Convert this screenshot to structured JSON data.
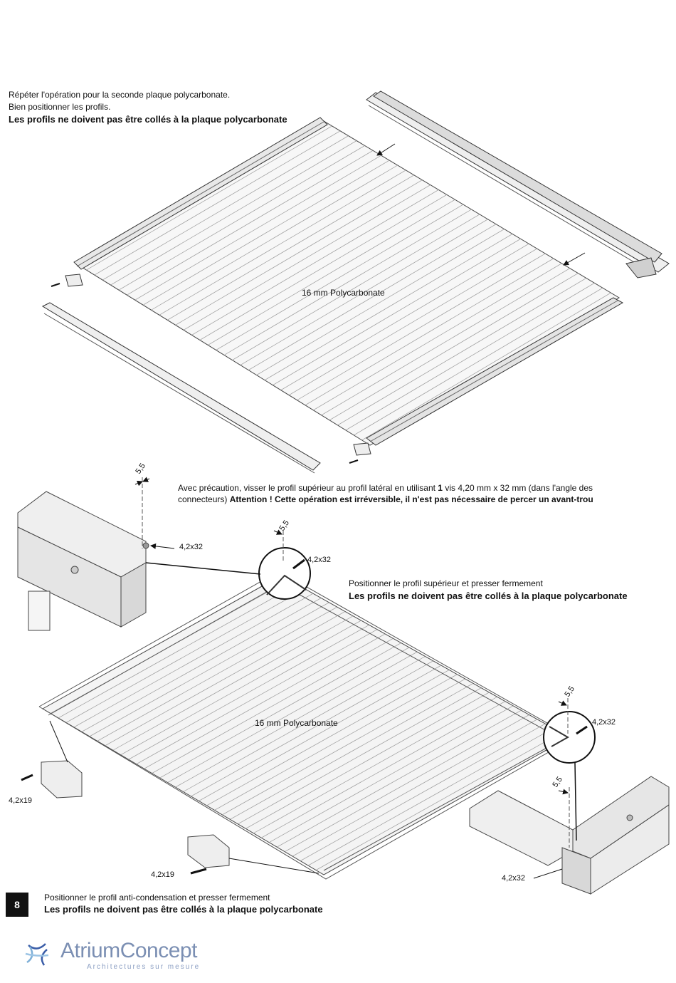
{
  "step_top": {
    "line1": "Répéter l'opération pour la seconde plaque polycarbonate.",
    "line2": "Bien positionner les profils.",
    "warning": "Les profils ne doivent pas être collés à la plaque polycarbonate",
    "panel_label": "16 mm Polycarbonate"
  },
  "step_middle": {
    "instruction_a": "Avec précaution, visser le profil supérieur au profil latéral en utilisant ",
    "instruction_qty": "1",
    "instruction_b": " vis 4,20 mm x 32 mm (dans l'angle des",
    "instruction_line2": "connecteurs) ",
    "attention": "Attention !  Cette opération est irréversible, il n'est pas nécessaire de percer un avant-trou",
    "position_text": "Positionner le profil supérieur et presser fermement",
    "warning": "Les profils ne doivent pas être collés à la plaque polycarbonate",
    "panel_label": "16 mm Polycarbonate"
  },
  "dimensions": {
    "offset": "5,5",
    "screw_long": "4,2x32",
    "screw_short": "4,2x19"
  },
  "step_bottom": {
    "page_number": "8",
    "text": "Positionner le profil anti-condensation et presser fermement",
    "warning": "Les profils ne doivent pas être collés à la plaque polycarbonate"
  },
  "footer": {
    "brand_a": "Atrium",
    "brand_b": "Concept",
    "tagline": "Architectures sur mesure"
  }
}
